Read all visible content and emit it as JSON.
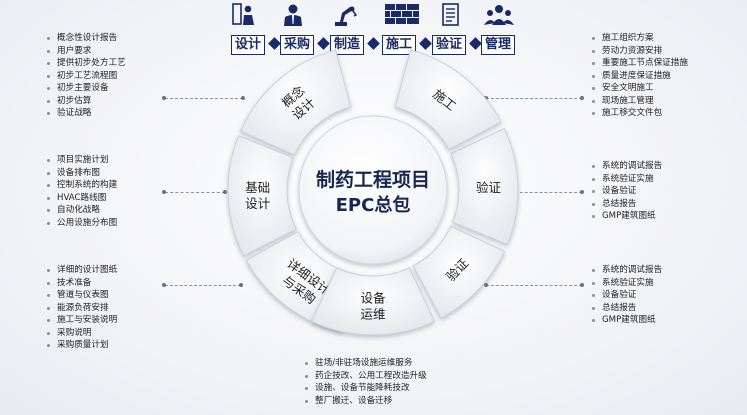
{
  "toolbar": {
    "stages": [
      {
        "label": "设计",
        "icon": "designer-icon"
      },
      {
        "label": "采购",
        "icon": "buyer-icon"
      },
      {
        "label": "制造",
        "icon": "robot-arm-icon"
      },
      {
        "label": "施工",
        "icon": "brick-wall-icon"
      },
      {
        "label": "验证",
        "icon": "document-icon"
      },
      {
        "label": "管理",
        "icon": "team-icon"
      }
    ],
    "color": "#1a2a66"
  },
  "center": {
    "line1": "制药工程项目",
    "line2": "EPC总包"
  },
  "segments": [
    {
      "id": "concept-design",
      "label": "概念设计"
    },
    {
      "id": "basic-design",
      "label": "基础设计"
    },
    {
      "id": "detailed-design",
      "label": "详细设计与采购"
    },
    {
      "id": "equipment-ops",
      "label": "设备运维"
    },
    {
      "id": "validation-2",
      "label": "验证"
    },
    {
      "id": "validation-1",
      "label": "验证"
    },
    {
      "id": "construction",
      "label": "施工"
    }
  ],
  "lists": {
    "concept": [
      "概念性设计报告",
      "用户要求",
      "提供初步处方工艺",
      "初步工艺流程图",
      "初步主要设备",
      "初步估算",
      "验证战略"
    ],
    "basic": [
      "项目实施计划",
      "设备排布图",
      "控制系统的构建",
      "HVAC路线图",
      "自动化战略",
      "公用设施分布图"
    ],
    "detailed": [
      "详细的设计图纸",
      "技术准备",
      "管道与仪表图",
      "能源负荷安排",
      "施工与安装说明",
      "采购说明",
      "采购质量计划"
    ],
    "construction": [
      "施工组织方案",
      "劳动力资源安排",
      "重要施工节点保证措施",
      "质量进度保证措施",
      "安全文明施工",
      "现场施工管理",
      "施工移交文件包"
    ],
    "validation1": [
      "系统的调试报告",
      "系统验证实施",
      "设备验证",
      "总结报告",
      "GMP建筑图纸"
    ],
    "validation2": [
      "系统的调试报告",
      "系统验证实施",
      "设备验证",
      "总结报告",
      "GMP建筑图纸"
    ],
    "operations": [
      "驻场/非驻场设施运维服务",
      "药企技改、公用工程改造升级",
      "设施、设备节能降耗技改",
      "整厂搬迁、设备迁移"
    ]
  },
  "colors": {
    "navy": "#1a2a66",
    "ring": "#f6f7f9",
    "ringEdge": "#c9ccd3"
  }
}
